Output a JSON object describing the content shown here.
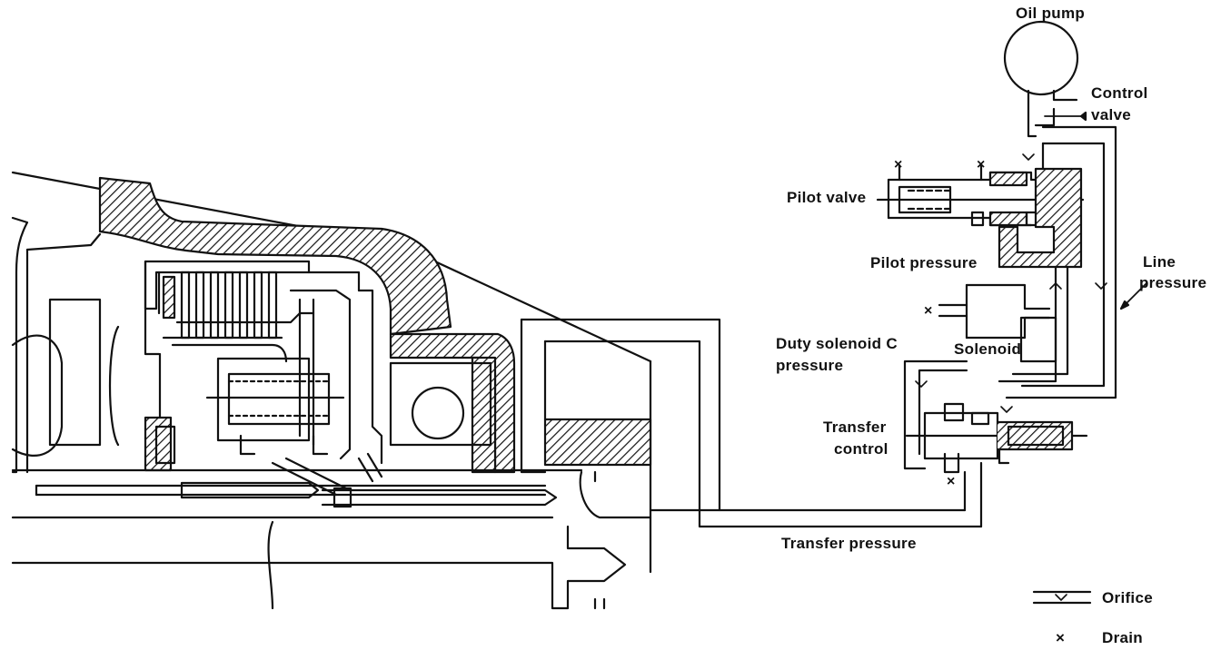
{
  "labels": {
    "oil_pump": "Oil pump",
    "control_valve_1": "Control",
    "control_valve_2": "valve",
    "pilot_valve": "Pilot valve",
    "pilot_pressure": "Pilot pressure",
    "line_pressure_1": "Line",
    "line_pressure_2": "pressure",
    "duty_solenoid_1": "Duty solenoid C",
    "duty_solenoid_2": "pressure",
    "solenoid": "Solenoid",
    "transfer_control_1": "Transfer",
    "transfer_control_2": "control",
    "transfer_pressure": "Transfer pressure",
    "drain_mark": "×",
    "legend_orifice": "Orifice",
    "legend_drain_symbol": "×",
    "legend_drain": "Drain"
  },
  "colors": {
    "ink": "#111111",
    "background": "#ffffff"
  }
}
